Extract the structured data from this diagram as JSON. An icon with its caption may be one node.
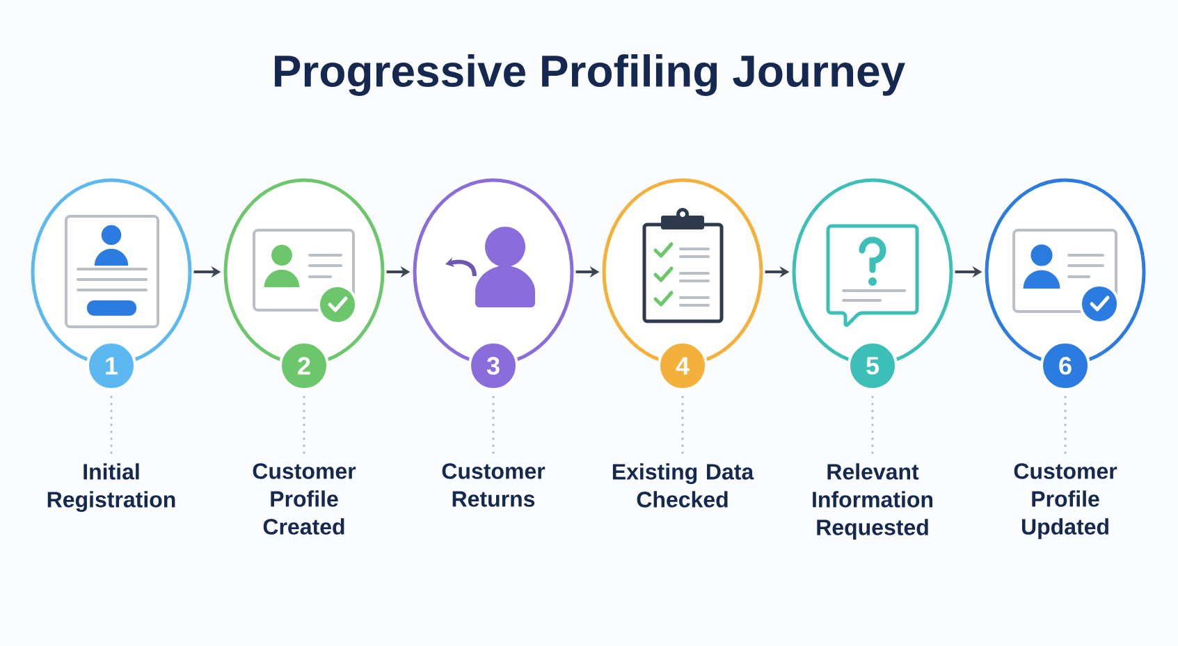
{
  "diagram": {
    "title": "Progressive Profiling Journey",
    "nodes": [
      {
        "text": [
          "1"
        ]
      },
      {
        "text": [
          "2"
        ]
      },
      {
        "text": [
          "3"
        ]
      },
      {
        "text": [
          "4"
        ]
      },
      {
        "text": [
          "5"
        ]
      },
      {
        "text": [
          "6"
        ]
      },
      {
        "text": [
          "Initial Registration"
        ]
      },
      {
        "text": [
          "Customer Profile Created"
        ]
      },
      {
        "text": [
          "Customer Returns"
        ]
      },
      {
        "text": [
          "Existing Data Checked"
        ]
      },
      {
        "text": [
          "Relevant Information Requested"
        ]
      },
      {
        "text": [
          "Customer Profile Updated"
        ]
      }
    ],
    "edges": [
      {
        "from": 0,
        "to": 1,
        "arrow": "to",
        "color": "#3a4556"
      },
      {
        "from": 1,
        "to": 2,
        "arrow": "to",
        "color": "#3a4556"
      },
      {
        "from": 2,
        "to": 3,
        "arrow": "to",
        "color": "#3a4556"
      },
      {
        "from": 3,
        "to": 4,
        "arrow": "to",
        "color": "#3a4556"
      },
      {
        "from": 4,
        "to": 5,
        "arrow": "to",
        "color": "#3a4556"
      },
      {
        "from": 0,
        "to": 6,
        "arrow": "none",
        "style": "dashed"
      },
      {
        "from": 1,
        "to": 7,
        "arrow": "none",
        "style": "dashed"
      },
      {
        "from": 2,
        "to": 8,
        "arrow": "none",
        "style": "dashed"
      },
      {
        "from": 3,
        "to": 9,
        "arrow": "none",
        "style": "dashed"
      },
      {
        "from": 4,
        "to": 10,
        "arrow": "none",
        "style": "dashed"
      },
      {
        "from": 5,
        "to": 11,
        "arrow": "none",
        "style": "dashed"
      }
    ]
  }
}
